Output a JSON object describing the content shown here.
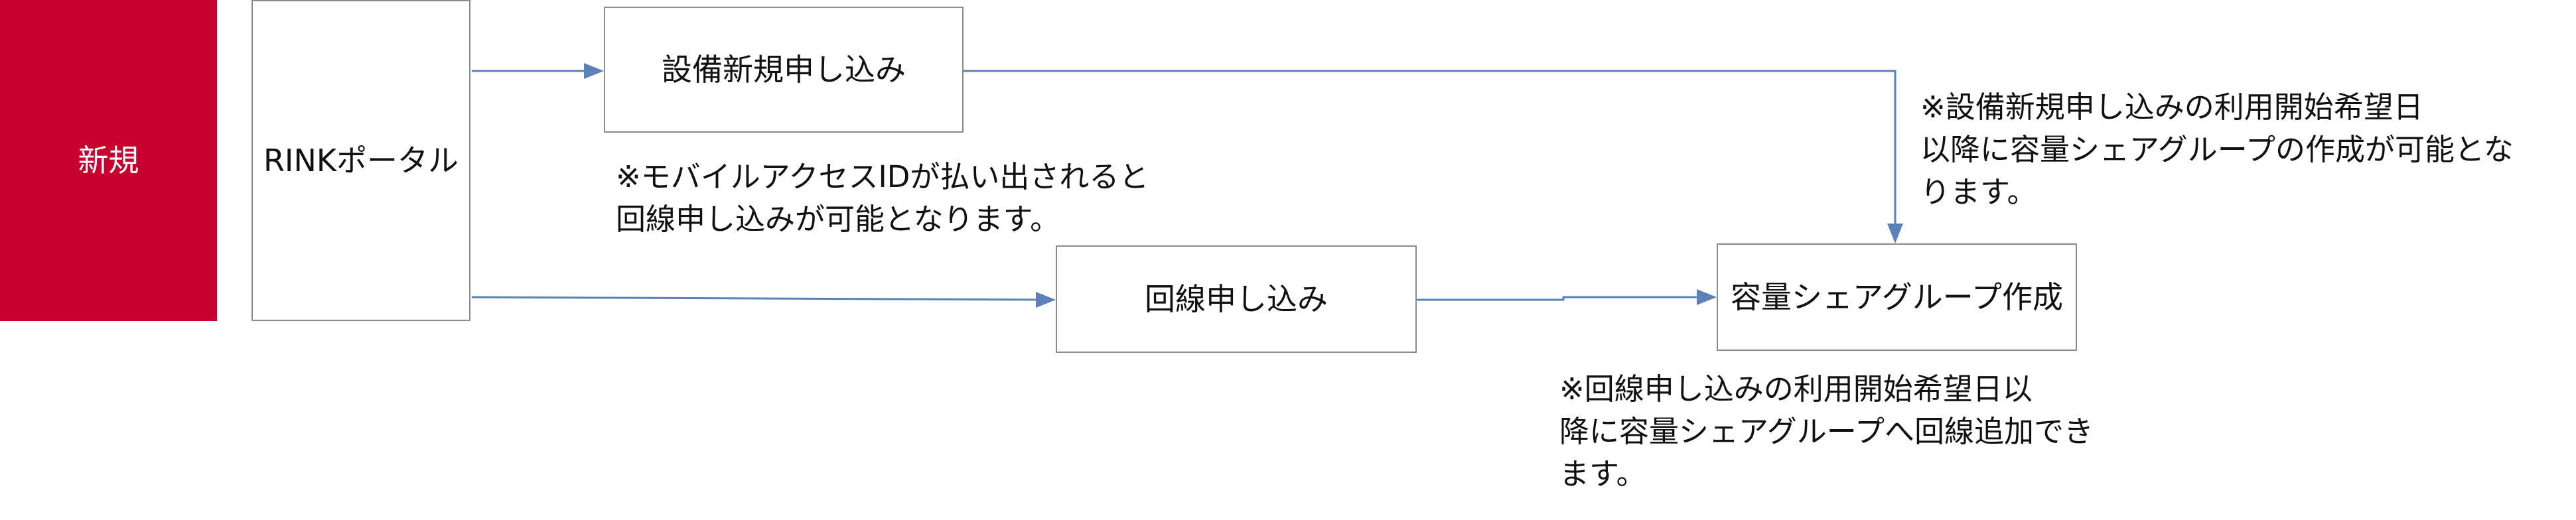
{
  "boxes": {
    "new": "新規",
    "portal": "RINKポータル",
    "equipment_application": "設備新規申し込み",
    "line_application": "回線申し込み",
    "group_creation": "容量シェアグループ作成"
  },
  "notes": {
    "mobile_access": [
      "※モバイルアクセスIDが払い出されると",
      "回線申し込みが可能となります。"
    ],
    "equipment_note": [
      "※設備新規申し込みの利用開始希望日",
      "以降に容量シェアグループの作成が可能とな",
      "ります。"
    ],
    "line_note": [
      "※回線申し込みの利用開始希望日以",
      "降に容量シェアグループへ回線追加でき",
      "ます。"
    ]
  },
  "colors": {
    "new_box": "#c8002d",
    "connector": "#5b82b8",
    "box_border": "#8c8c8c"
  }
}
